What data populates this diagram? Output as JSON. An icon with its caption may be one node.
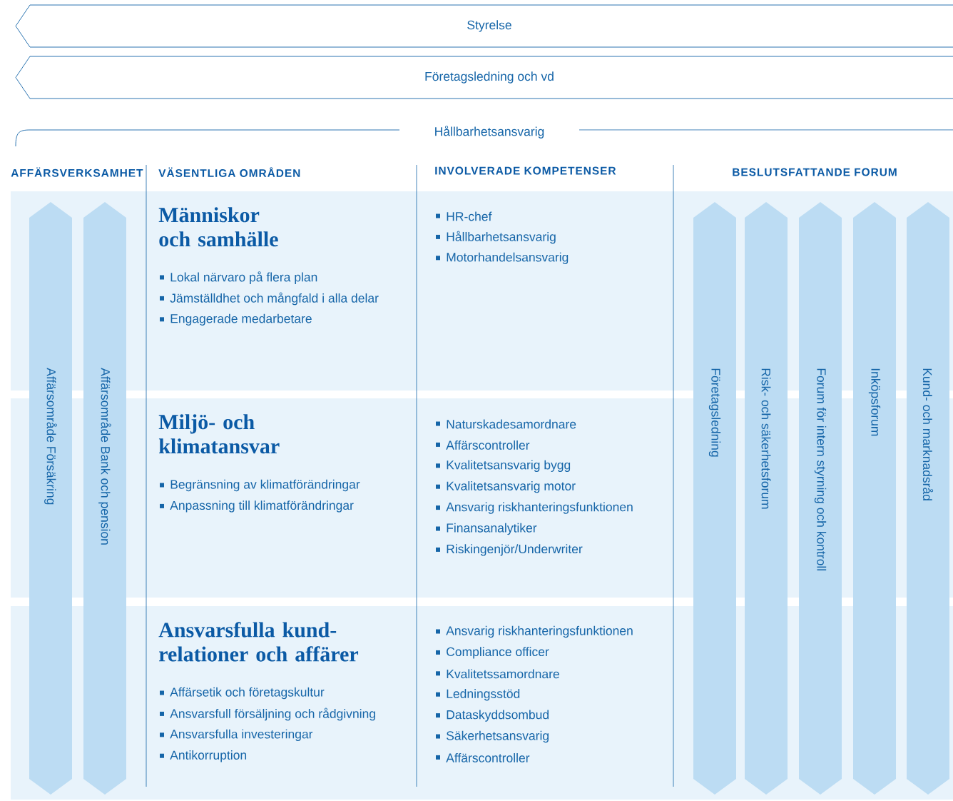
{
  "diagram": {
    "nodes": [
      {
        "text": [
          "Styrelse"
        ]
      },
      {
        "text": [
          "Företagsledning och vd"
        ]
      },
      {
        "text": [
          "Affärsområde Försäkring"
        ]
      },
      {
        "text": [
          "Affärsområde Bank och pension"
        ]
      },
      {
        "text": [
          "Människor och samhälle",
          "Lokal närvaro på flera plan",
          "Jämställdhet och mångfald i alla delar",
          "Engagerade medarbetare"
        ]
      },
      {
        "text": [
          "HR-chef",
          "Hållbarhetsansvarig",
          "Motorhandelsansvarig"
        ]
      },
      {
        "text": [
          "Miljö- och klimatansvar",
          "Begränsning av klimatförändringar",
          "Anpassning till klimatförändringar"
        ]
      },
      {
        "text": [
          "Naturskadesamordnare",
          "Affärscontroller",
          "Kvalitetsansvarig bygg",
          "Kvalitetsansvarig motor",
          "Ansvarig riskhanteringsfunktionen",
          "Finansanalytiker",
          "Riskingenjör/Underwriter"
        ]
      },
      {
        "text": [
          "Ansvarsfulla kund-relationer och affärer",
          "Affärsetik och företagskultur",
          "Ansvarsfull försäljning och rådgivning",
          "Ansvarsfulla investeringar",
          "Antikorruption"
        ]
      },
      {
        "text": [
          "Ansvarig riskhanteringsfunktionen",
          "Compliance officer",
          "Kvalitetssamordnare",
          "Ledningsstöd",
          "Dataskyddsombud",
          "Säkerhetsansvarig",
          "Affärscontroller"
        ]
      },
      {
        "text": [
          "Företagsledning"
        ]
      },
      {
        "text": [
          "Risk- och säkerhetsforum"
        ]
      },
      {
        "text": [
          "Forum för intern styrning och kontroll"
        ]
      },
      {
        "text": [
          "Inköpsforum"
        ]
      },
      {
        "text": [
          "Kund- och marknadsråd"
        ]
      }
    ],
    "labels": [
      "Hållbarhetsansvarig",
      "AFFÄRSVERKSAMHET",
      "VÄSENTLIGA OMRÅDEN",
      "INVOLVERADE KOMPETENSER",
      "BESLUTSFATTANDE FORUM"
    ]
  }
}
